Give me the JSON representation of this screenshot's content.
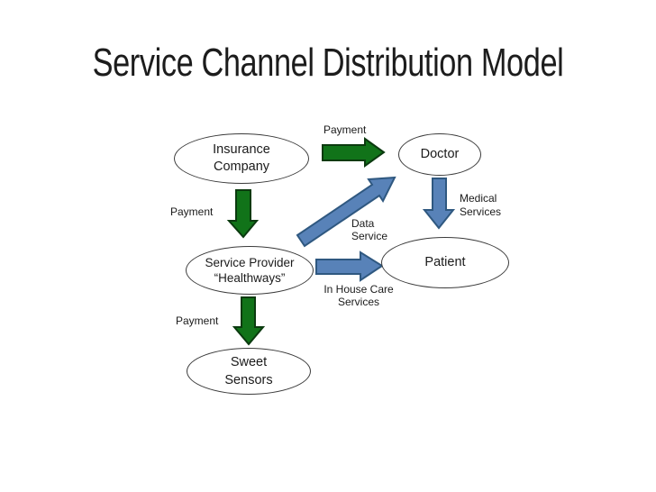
{
  "title": "Service Channel Distribution Model",
  "colors": {
    "background": "#FFFFFF",
    "text": "#1B1B1B",
    "payment_arrow_fill": "#117319",
    "payment_arrow_border": "#0B3A0F",
    "service_arrow_fill": "#5882B8",
    "service_arrow_border": "#2F5880",
    "node_border": "#3B3B3B",
    "node_fill": "#FFFFFF"
  },
  "nodes": [
    {
      "id": "insurance-company",
      "lines": [
        "Insurance",
        "Company"
      ]
    },
    {
      "id": "doctor",
      "lines": [
        "Doctor"
      ]
    },
    {
      "id": "service-provider",
      "lines": [
        "Service Provider",
        "“Healthways”"
      ]
    },
    {
      "id": "patient",
      "lines": [
        "Patient"
      ]
    },
    {
      "id": "sweet-sensors",
      "lines": [
        "Sweet",
        "Sensors"
      ]
    }
  ],
  "labels": {
    "payment_top": "Payment",
    "payment_middle": "Payment",
    "payment_bottom": "Payment",
    "data_service": {
      "line1": "Data",
      "line2": "Service"
    },
    "medical_services": {
      "line1": "Medical",
      "line2": "Services"
    },
    "in_house_care": {
      "line1": "In House Care",
      "line2": "Services"
    }
  },
  "arrows": [
    {
      "id": "payment-insurance-to-doctor",
      "color": "green",
      "direction": "right"
    },
    {
      "id": "payment-insurance-to-provider",
      "color": "green",
      "direction": "down"
    },
    {
      "id": "payment-provider-to-sensors",
      "color": "green",
      "direction": "down"
    },
    {
      "id": "data-service-provider-to-doctor",
      "color": "blue",
      "direction": "diagonal-up-right"
    },
    {
      "id": "in-house-care-provider-to-patient",
      "color": "blue",
      "direction": "right"
    },
    {
      "id": "medical-services-doctor-to-patient",
      "color": "blue",
      "direction": "down"
    }
  ]
}
